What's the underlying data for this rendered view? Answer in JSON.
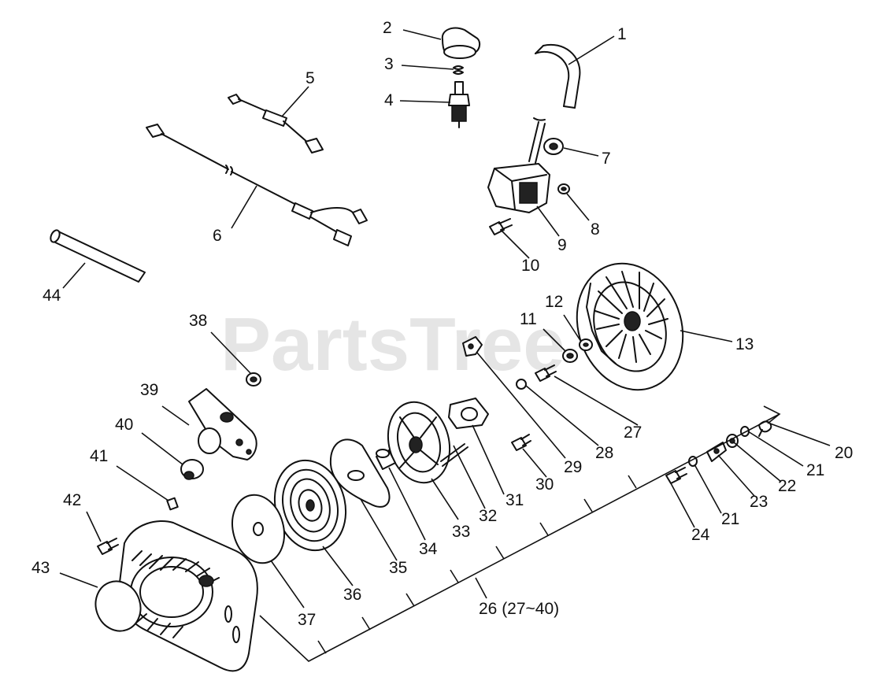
{
  "watermark": "PartsTree",
  "callouts": [
    {
      "id": "c1",
      "text": "1"
    },
    {
      "id": "c2",
      "text": "2"
    },
    {
      "id": "c3",
      "text": "3"
    },
    {
      "id": "c4",
      "text": "4"
    },
    {
      "id": "c5",
      "text": "5"
    },
    {
      "id": "c6",
      "text": "6"
    },
    {
      "id": "c7",
      "text": "7"
    },
    {
      "id": "c8",
      "text": "8"
    },
    {
      "id": "c9",
      "text": "9"
    },
    {
      "id": "c10",
      "text": "10"
    },
    {
      "id": "c11",
      "text": "11"
    },
    {
      "id": "c12",
      "text": "12"
    },
    {
      "id": "c13",
      "text": "13"
    },
    {
      "id": "c20",
      "text": "20"
    },
    {
      "id": "c21a",
      "text": "21"
    },
    {
      "id": "c21b",
      "text": "21"
    },
    {
      "id": "c22",
      "text": "22"
    },
    {
      "id": "c23",
      "text": "23"
    },
    {
      "id": "c24",
      "text": "24"
    },
    {
      "id": "c26",
      "text": "26 (27~40)"
    },
    {
      "id": "c27",
      "text": "27"
    },
    {
      "id": "c28",
      "text": "28"
    },
    {
      "id": "c29",
      "text": "29"
    },
    {
      "id": "c30",
      "text": "30"
    },
    {
      "id": "c31",
      "text": "31"
    },
    {
      "id": "c32",
      "text": "32"
    },
    {
      "id": "c33",
      "text": "33"
    },
    {
      "id": "c34",
      "text": "34"
    },
    {
      "id": "c35",
      "text": "35"
    },
    {
      "id": "c36",
      "text": "36"
    },
    {
      "id": "c37",
      "text": "37"
    },
    {
      "id": "c38",
      "text": "38"
    },
    {
      "id": "c39",
      "text": "39"
    },
    {
      "id": "c40",
      "text": "40"
    },
    {
      "id": "c41",
      "text": "41"
    },
    {
      "id": "c42",
      "text": "42"
    },
    {
      "id": "c43",
      "text": "43"
    },
    {
      "id": "c44",
      "text": "44"
    }
  ]
}
